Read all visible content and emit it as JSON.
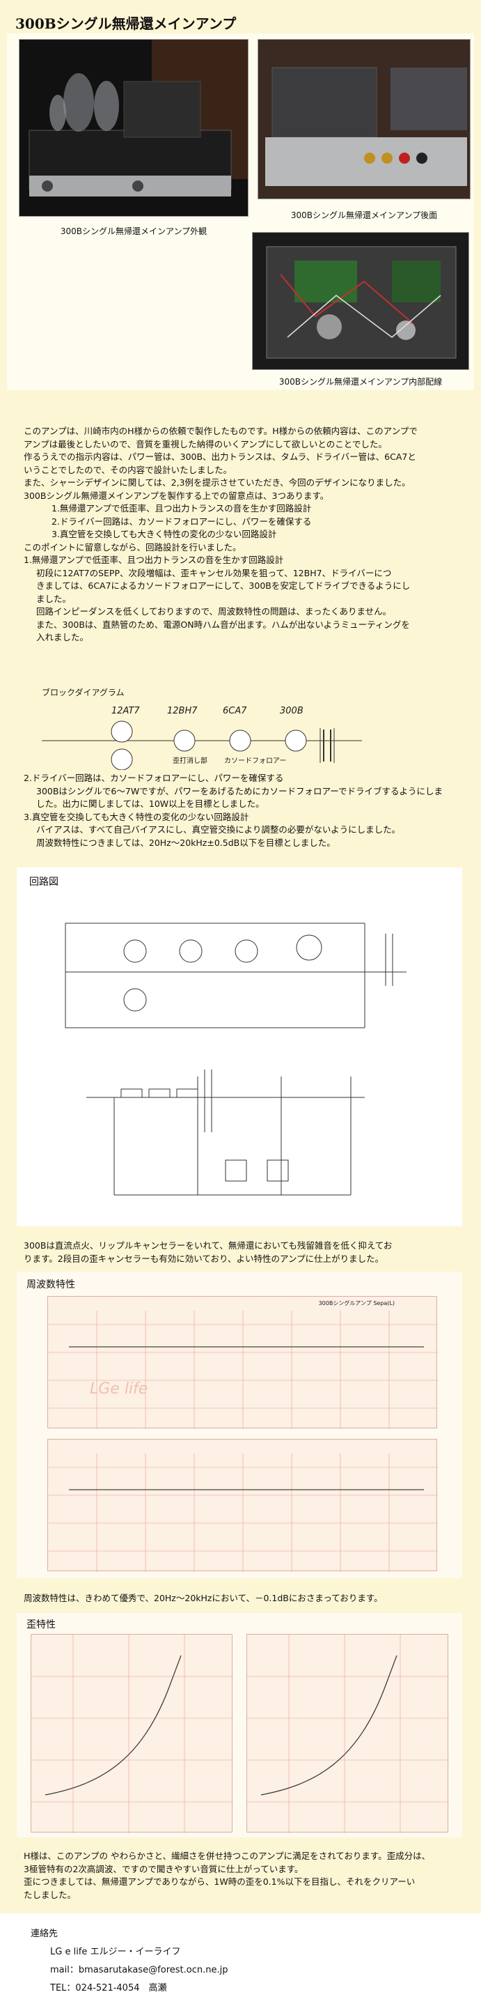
{
  "page_title": "300Bシングル無帰還メインアンプ",
  "photos": {
    "front_caption": "300Bシングル無帰還メインアンプ外観",
    "rear_caption": "300Bシングル無帰還メインアンプ後面",
    "inside_caption": "300Bシングル無帰還メインアンプ内部配線"
  },
  "intro_lines": [
    "このアンプは、川崎市内のH様からの依頼で製作したものです。H様からの依頼内容は、このアンプで",
    "アンプは最後としたいので、音質を重視した納得のいくアンプにして欲しいとのことでした。",
    "作るうえでの指示内容は、パワー管は、300B、出力トランスは、タムラ、ドライバー管は、6CA7と",
    "いうことでしたので、その内容で設計いたしました。",
    "また、シャーシデザインに関しては、2,3例を提示させていただき、今回のデザインになりました。",
    "300Bシングル無帰還メインアンプを製作する上での留意点は、3つあります。"
  ],
  "points": [
    "1.無帰還アンプで低歪率、且つ出力トランスの音を生かす回路設計",
    "2.ドライバー回路は、カソードフォロアーにし、パワーを確保する",
    "3.真空管を交換しても大きく特性の変化の少ない回路設計"
  ],
  "point1_lines": [
    "このポイントに留意しながら、回路設計を行いました。",
    "1.無帰還アンプで低歪率、且つ出力トランスの音を生かす回路設計"
  ],
  "point1_body": [
    "初段に12AT7のSEPP、次段増幅は、歪キャンセル効果を狙って、12BH7、ドライバーにつ",
    "きましては、6CA7によるカソードフォロアーにして、300Bを安定してドライブできるようにし",
    "ました。",
    "回路インピーダンスを低くしておりますので、周波数特性の問題は、まったくありません。",
    "また、300Bは、直熱管のため、電源ON時ハム音が出ます。ハムが出ないようミューティングを",
    "入れました。"
  ],
  "block_diagram": {
    "title": "ブロックダイアグラム",
    "tubes": [
      "12AT7",
      "12BH7",
      "6CA7",
      "300B"
    ],
    "label_phase": "歪打消し部",
    "label_cathode": "カソードフォロアー"
  },
  "point2_lines": [
    "2.ドライバー回路は、カソードフォロアーにし、パワーを確保する",
    "300Bはシングルで6～7Wですが、パワーをあげるためにカソードフォロアーでドライブするようにしま",
    "した。出力に関しましては、10W以上を目標としました。",
    "3.真空管を交換しても大きく特性の変化の少ない回路設計",
    "バイアスは、すべて自己バイアスにし、真空管交換により調整の必要がないようにしました。",
    "周波数特性につきましては、20Hz～20kHz±0.5dB以下を目標としました。"
  ],
  "schematic": {
    "title": "回路図"
  },
  "noise_text": [
    "300Bは直流点火、リップルキャンセラーをいれて、無帰還においても残留雑音を低く抑えてお",
    "ります。2段目の歪キャンセラーも有効に効いており、よい特性のアンプに仕上がりました。"
  ],
  "freq": {
    "title": "周波数特性",
    "graph_header": "300Bシングルアンプ Sepa(L)",
    "watermark": "LGe life",
    "summary": "周波数特性は、きわめて優秀で、20Hz～20kHzにおいて、－0.1dBにおさまっております。"
  },
  "dist": {
    "title": "歪特性"
  },
  "closing_lines": [
    "H様は、このアンプの やわらかさと、繊細さを併せ持つこのアンプに満足をされております。歪成分は、",
    "3極管特有の2次高調波、ですので聞きやすい音質に仕上がっています。",
    "歪につきましては、無帰還アンプでありながら、1W時の歪を0.1%以下を目指し、それをクリアーい",
    "たしました。"
  ],
  "footer": {
    "label": "連絡先",
    "company": "LG e life エルジー・イーライフ",
    "mail": "mail：bmasarutakase@forest.ocn.ne.jp",
    "tel": "TEL：024-521-4054　高瀬"
  }
}
